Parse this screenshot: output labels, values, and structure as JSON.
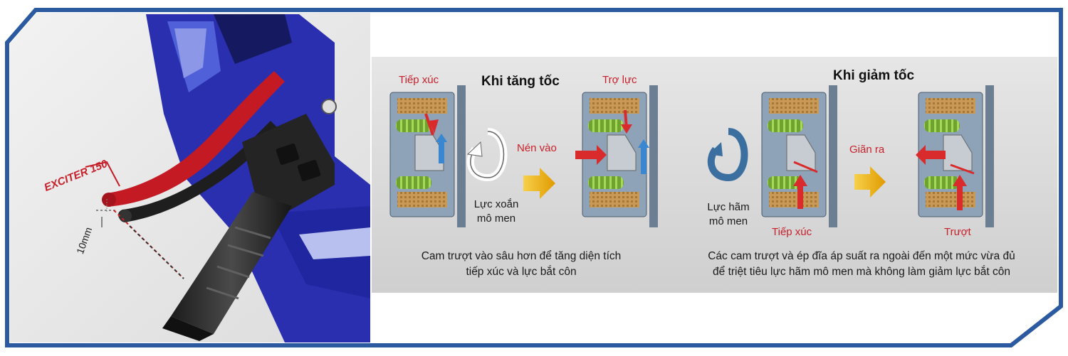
{
  "brand_label": "EXCITER 150",
  "dimension_label": "10mm",
  "accel": {
    "title": "Khi tăng tốc",
    "contact_label": "Tiếp xúc",
    "assist_label": "Trợ lực",
    "compress_label": "Nén vào",
    "torque_label_l1": "Lực xoắn",
    "torque_label_l2": "mô men",
    "caption_l1": "Cam trượt vào sâu hơn để tăng diện tích",
    "caption_l2": "tiếp xúc và lực bắt côn"
  },
  "decel": {
    "title": "Khi giảm tốc",
    "expand_label": "Giãn ra",
    "brake_label_l1": "Lực hãm",
    "brake_label_l2": "mô men",
    "contact_label": "Tiếp xúc",
    "slip_label": "Trượt",
    "caption_l1": "Các cam trượt và ép đĩa áp suất ra ngoài đến một mức vừa đủ",
    "caption_l2": "để triệt tiêu lực hãm mô men mà không làm giảm lực bắt côn"
  },
  "colors": {
    "frame_blue": "#2c5aa0",
    "panel_gray": "#d8d8d8",
    "bike_blue": "#2a2fb0",
    "lever_red": "#c41a24",
    "spring_green": "#7fb83a",
    "arrow_yellow": "#f0b400",
    "arrow_red": "#d92b2b",
    "arrow_blue": "#3a86d0"
  }
}
